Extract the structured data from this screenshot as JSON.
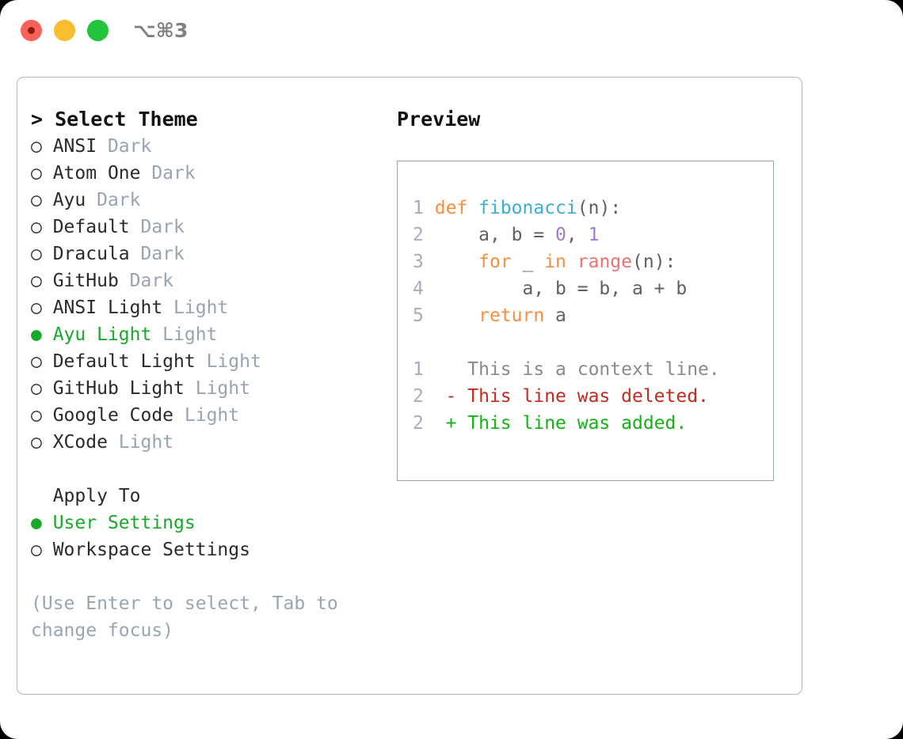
{
  "titlebar": {
    "shortcut": "⌥⌘3",
    "buttons": {
      "close": "close",
      "minimize": "minimize",
      "maximize": "maximize"
    }
  },
  "theme_list": {
    "header": "> Select Theme",
    "items": [
      {
        "bullet": "○ ",
        "name": "ANSI",
        "badge": " Dark",
        "selected": false
      },
      {
        "bullet": "○ ",
        "name": "Atom One",
        "badge": " Dark",
        "selected": false
      },
      {
        "bullet": "○ ",
        "name": "Ayu",
        "badge": " Dark",
        "selected": false
      },
      {
        "bullet": "○ ",
        "name": "Default",
        "badge": " Dark",
        "selected": false
      },
      {
        "bullet": "○ ",
        "name": "Dracula",
        "badge": " Dark",
        "selected": false
      },
      {
        "bullet": "○ ",
        "name": "GitHub",
        "badge": " Dark",
        "selected": false
      },
      {
        "bullet": "○ ",
        "name": "ANSI Light",
        "badge": " Light",
        "selected": false
      },
      {
        "bullet": "● ",
        "name": "Ayu Light",
        "badge": " Light",
        "selected": true
      },
      {
        "bullet": "○ ",
        "name": "Default Light",
        "badge": " Light",
        "selected": false
      },
      {
        "bullet": "○ ",
        "name": "GitHub Light",
        "badge": " Light",
        "selected": false
      },
      {
        "bullet": "○ ",
        "name": "Google Code",
        "badge": " Light",
        "selected": false
      },
      {
        "bullet": "○ ",
        "name": "XCode",
        "badge": " Light",
        "selected": false
      }
    ]
  },
  "apply_to": {
    "header": "  Apply To",
    "options": [
      {
        "bullet": "● ",
        "label": "User Settings",
        "selected": true
      },
      {
        "bullet": "○ ",
        "label": "Workspace Settings",
        "selected": false
      }
    ]
  },
  "hint": "(Use Enter to select, Tab to change focus)",
  "preview": {
    "title": "Preview",
    "code_lines": [
      {
        "number": "1",
        "tokens": [
          {
            "t": "def",
            "c": "kw"
          },
          {
            "t": " ",
            "c": "punct"
          },
          {
            "t": "fibonacci",
            "c": "fn"
          },
          {
            "t": "(n):",
            "c": "punct"
          }
        ]
      },
      {
        "number": "2",
        "tokens": [
          {
            "t": "    a, b = ",
            "c": "ident"
          },
          {
            "t": "0",
            "c": "num"
          },
          {
            "t": ", ",
            "c": "punct"
          },
          {
            "t": "1",
            "c": "num"
          }
        ]
      },
      {
        "number": "3",
        "tokens": [
          {
            "t": "    ",
            "c": "punct"
          },
          {
            "t": "for",
            "c": "kw"
          },
          {
            "t": " _ ",
            "c": "ident"
          },
          {
            "t": "in",
            "c": "kw"
          },
          {
            "t": " ",
            "c": "punct"
          },
          {
            "t": "range",
            "c": "builtin"
          },
          {
            "t": "(n):",
            "c": "punct"
          }
        ]
      },
      {
        "number": "4",
        "tokens": [
          {
            "t": "        a, b = b, a + b",
            "c": "ident"
          }
        ]
      },
      {
        "number": "5",
        "tokens": [
          {
            "t": "    ",
            "c": "punct"
          },
          {
            "t": "return",
            "c": "kw"
          },
          {
            "t": " a",
            "c": "ident"
          }
        ]
      }
    ],
    "diff_lines": [
      {
        "number": "1",
        "marker": "  ",
        "text": "This is a context line.",
        "kind": "diff-ctx"
      },
      {
        "number": "2",
        "marker": "- ",
        "text": "This line was deleted.",
        "kind": "diff-del"
      },
      {
        "number": "2",
        "marker": "+ ",
        "text": "This line was added.",
        "kind": "diff-add"
      }
    ]
  },
  "colors": {
    "accent_green": "#18A92B",
    "badge_gray": "#98A3B3",
    "hint_gray": "#9AA5B4",
    "panel_border": "#AEB7C2",
    "preview_border": "#9AA5B4",
    "keyword": "#FA8D3E",
    "function": "#39AFD7",
    "number": "#A37ACC",
    "builtin": "#F07171",
    "diff_added": "#12B312",
    "diff_deleted": "#C32B20",
    "diff_context": "#8A8A8A",
    "traffic_close": "#FB6159",
    "traffic_min": "#F9BD2F",
    "traffic_max": "#22C43C"
  }
}
